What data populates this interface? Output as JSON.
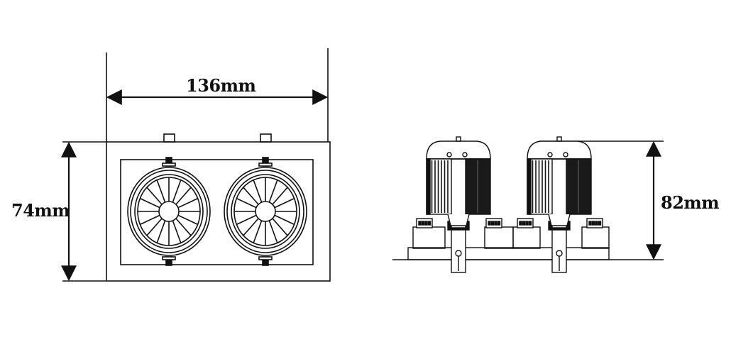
{
  "dimensions": {
    "width": "136mm",
    "height": "74mm",
    "depth": "82mm"
  },
  "colors": {
    "stroke": "#111111",
    "fill_dark": "#1a1a1a",
    "background": "#ffffff"
  }
}
